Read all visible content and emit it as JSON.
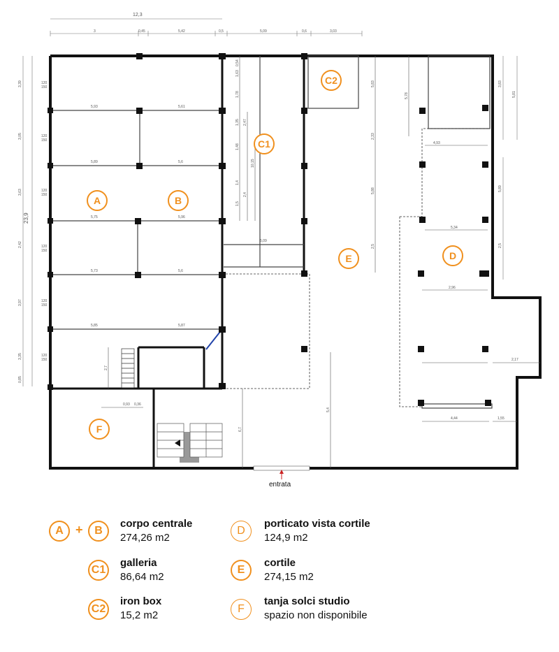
{
  "plan": {
    "top_total": "12,3",
    "top_dims": [
      "3",
      "0,45",
      "5,42",
      "0,5",
      "5,09",
      "0,6",
      "3,03"
    ],
    "side_total": "23,9",
    "left_dims": [
      "3,39",
      "3,05",
      "3,63",
      "2,42",
      "3,97",
      "3,35",
      "0,85"
    ],
    "window_tags": [
      "120",
      "120",
      "120",
      "120",
      "120",
      "120"
    ],
    "window_sub": [
      "150",
      "150",
      "150",
      "150",
      "150",
      "150"
    ],
    "row_dims_left": [
      "5,93",
      "5,89",
      "5,75",
      "5,73",
      "5,85"
    ],
    "row_dims_right": [
      "5,61",
      "5,6",
      "5,96",
      "5,6",
      "5,87"
    ],
    "c1_dims": [
      "0,54",
      "1,63",
      "1,78",
      "1,35",
      "1,48",
      "1,4",
      "1,5"
    ],
    "c1_dims2": [
      "2,47",
      "2,4",
      "10,15"
    ],
    "c1_bottom": "5,09",
    "e_dims": [
      "5,83",
      "2,33",
      "5,88",
      "2,5",
      "5,78"
    ],
    "d_dims": [
      "4,93",
      "5,34",
      "2,96"
    ],
    "right_dims": [
      "3,83",
      "5,81",
      "5,89",
      "2,5"
    ],
    "annex_dim": "2,17",
    "bottom_dims": [
      "4,44",
      "1,55"
    ],
    "f_dims": [
      "0,93",
      "0,36"
    ],
    "stair_dim": "2,7",
    "mid_dims": [
      "6,7",
      "5,4"
    ],
    "zone_labels": {
      "A": "A",
      "B": "B",
      "C1": "C1",
      "C2": "C2",
      "D": "D",
      "E": "E",
      "F": "F"
    },
    "entrance": "entrata"
  },
  "legend": {
    "items": [
      {
        "marker": "A",
        "marker2": "B",
        "title": "corpo centrale",
        "area": "274,26 m2"
      },
      {
        "marker": "C1",
        "title": "galleria",
        "area": "86,64 m2"
      },
      {
        "marker": "C2",
        "title": "iron box",
        "area": "15,2 m2"
      },
      {
        "marker": "D",
        "title": "porticato vista cortile",
        "area": "124,9 m2"
      },
      {
        "marker": "E",
        "title": "cortile",
        "area": "274,15 m2"
      },
      {
        "marker": "F",
        "title": "tanja solci studio",
        "area": "spazio non disponibile"
      }
    ],
    "plus": "+"
  },
  "colors": {
    "accent": "#F0901E",
    "wall": "#111111",
    "dim": "#555555",
    "arrow": "#CC2222",
    "door": "#2244AA"
  }
}
